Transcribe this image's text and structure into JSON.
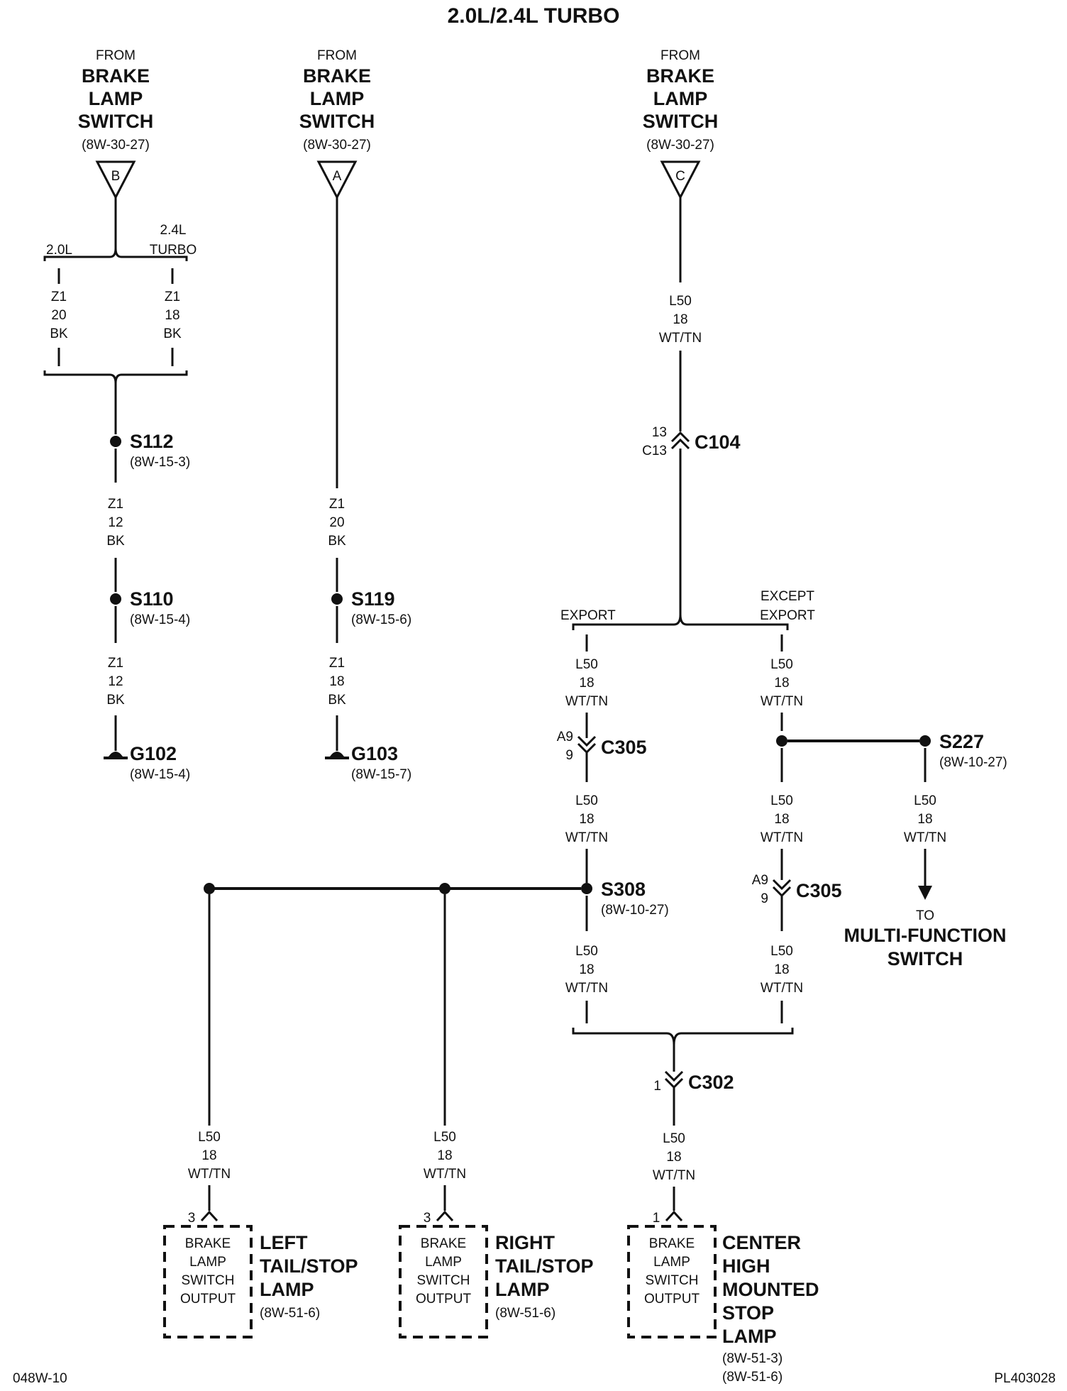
{
  "title": "2.0L/2.4L TURBO",
  "page_code": "048W-10",
  "plate_code": "PL403028",
  "sources": [
    {
      "from": "FROM",
      "name1": "BRAKE",
      "name2": "LAMP",
      "name3": "SWITCH",
      "ref": "(8W-30-27)",
      "pin": "B"
    },
    {
      "from": "FROM",
      "name1": "BRAKE",
      "name2": "LAMP",
      "name3": "SWITCH",
      "ref": "(8W-30-27)",
      "pin": "A"
    },
    {
      "from": "FROM",
      "name1": "BRAKE",
      "name2": "LAMP",
      "name3": "SWITCH",
      "ref": "(8W-30-27)",
      "pin": "C"
    }
  ],
  "branches": {
    "b1_left": "2.0L",
    "b1_right_1": "2.4L",
    "b1_right_2": "TURBO",
    "b2_left": "EXPORT",
    "b2_right_1": "EXCEPT",
    "b2_right_2": "EXPORT"
  },
  "wires": {
    "w_z1_20": {
      "c": "Z1",
      "g": "20",
      "col": "BK"
    },
    "w_z1_18a": {
      "c": "Z1",
      "g": "18",
      "col": "BK"
    },
    "w_z1_12a": {
      "c": "Z1",
      "g": "12",
      "col": "BK"
    },
    "w_z1_12b": {
      "c": "Z1",
      "g": "12",
      "col": "BK"
    },
    "w_z1_20b": {
      "c": "Z1",
      "g": "20",
      "col": "BK"
    },
    "w_z1_18b": {
      "c": "Z1",
      "g": "18",
      "col": "BK"
    },
    "w_c_top": {
      "c": "L50",
      "g": "18",
      "col": "WT/TN"
    },
    "w_exp1": {
      "c": "L50",
      "g": "18",
      "col": "WT/TN"
    },
    "w_exc1": {
      "c": "L50",
      "g": "18",
      "col": "WT/TN"
    },
    "w_exp2": {
      "c": "L50",
      "g": "18",
      "col": "WT/TN"
    },
    "w_exc2": {
      "c": "L50",
      "g": "18",
      "col": "WT/TN"
    },
    "w_s227": {
      "c": "L50",
      "g": "18",
      "col": "WT/TN"
    },
    "w_exp3": {
      "c": "L50",
      "g": "18",
      "col": "WT/TN"
    },
    "w_exc3": {
      "c": "L50",
      "g": "18",
      "col": "WT/TN"
    },
    "w_left": {
      "c": "L50",
      "g": "18",
      "col": "WT/TN"
    },
    "w_right": {
      "c": "L50",
      "g": "18",
      "col": "WT/TN"
    },
    "w_center": {
      "c": "L50",
      "g": "18",
      "col": "WT/TN"
    }
  },
  "splices": {
    "s112": {
      "id": "S112",
      "ref": "(8W-15-3)"
    },
    "s110": {
      "id": "S110",
      "ref": "(8W-15-4)"
    },
    "s119": {
      "id": "S119",
      "ref": "(8W-15-6)"
    },
    "s308": {
      "id": "S308",
      "ref": "(8W-10-27)"
    },
    "s227": {
      "id": "S227",
      "ref": "(8W-10-27)"
    }
  },
  "grounds": {
    "g102": {
      "id": "G102",
      "ref": "(8W-15-4)"
    },
    "g103": {
      "id": "G103",
      "ref": "(8W-15-7)"
    }
  },
  "connectors": {
    "c104": {
      "id": "C104",
      "pin_top": "13",
      "pin_bot": "C13"
    },
    "c305a": {
      "id": "C305",
      "pin_top": "A9",
      "pin_bot": "9"
    },
    "c305b": {
      "id": "C305",
      "pin_top": "A9",
      "pin_bot": "9"
    },
    "c302": {
      "id": "C302",
      "pin": "1"
    }
  },
  "multi_function": {
    "to": "TO",
    "line1": "MULTI-FUNCTION",
    "line2": "SWITCH"
  },
  "lamps": {
    "left": {
      "pin": "3",
      "box1": "BRAKE",
      "box2": "LAMP",
      "box3": "SWITCH",
      "box4": "OUTPUT",
      "name": [
        "LEFT",
        "TAIL/STOP",
        "LAMP"
      ],
      "refs": [
        "(8W-51-6)"
      ]
    },
    "right": {
      "pin": "3",
      "box1": "BRAKE",
      "box2": "LAMP",
      "box3": "SWITCH",
      "box4": "OUTPUT",
      "name": [
        "RIGHT",
        "TAIL/STOP",
        "LAMP"
      ],
      "refs": [
        "(8W-51-6)"
      ]
    },
    "center": {
      "pin": "1",
      "box1": "BRAKE",
      "box2": "LAMP",
      "box3": "SWITCH",
      "box4": "OUTPUT",
      "name": [
        "CENTER",
        "HIGH",
        "MOUNTED",
        "STOP",
        "LAMP"
      ],
      "refs": [
        "(8W-51-3)",
        "(8W-51-6)"
      ]
    }
  }
}
